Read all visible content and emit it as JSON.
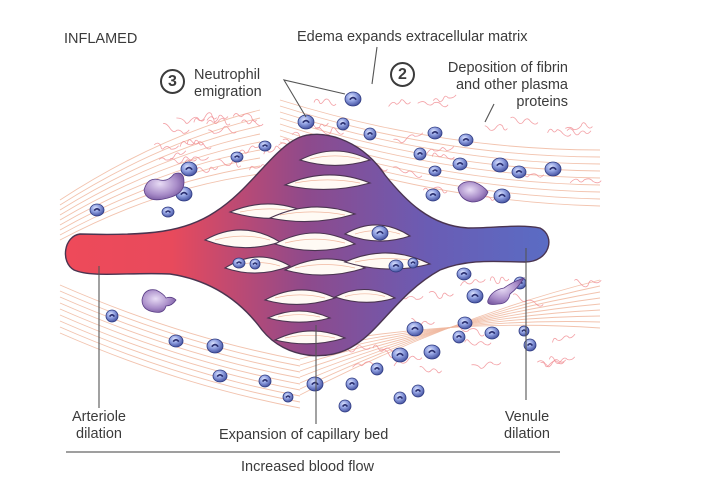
{
  "figure": {
    "panel_title": "INFLAMED",
    "labels": {
      "edema": "Edema expands extracellular matrix",
      "step2_number": "2",
      "step2_text": [
        "Deposition of fibrin",
        "and other plasma",
        "proteins"
      ],
      "step3_number": "3",
      "step3_text": [
        "Neutrophil",
        "emigration"
      ],
      "arteriole": [
        "Arteriole",
        "dilation"
      ],
      "capillary": "Expansion of capillary bed",
      "venule": [
        "Venule",
        "dilation"
      ],
      "caption": "Increased blood flow"
    },
    "colors": {
      "arteriole_red": "#ee4a5a",
      "capillary_mid": "#8a4a8e",
      "venule_blue": "#5a6cc4",
      "fiber": "#f0b8a0",
      "fibrin": "#f08a90",
      "neutrophil": "#5b6cb8",
      "macrophage": "#9b7fc0",
      "text": "#3b3b3b"
    },
    "icons": {
      "step_marker": "circled-number-icon",
      "neutrophil": "neutrophil-cell-icon",
      "macrophage": "macrophage-cell-icon"
    }
  }
}
